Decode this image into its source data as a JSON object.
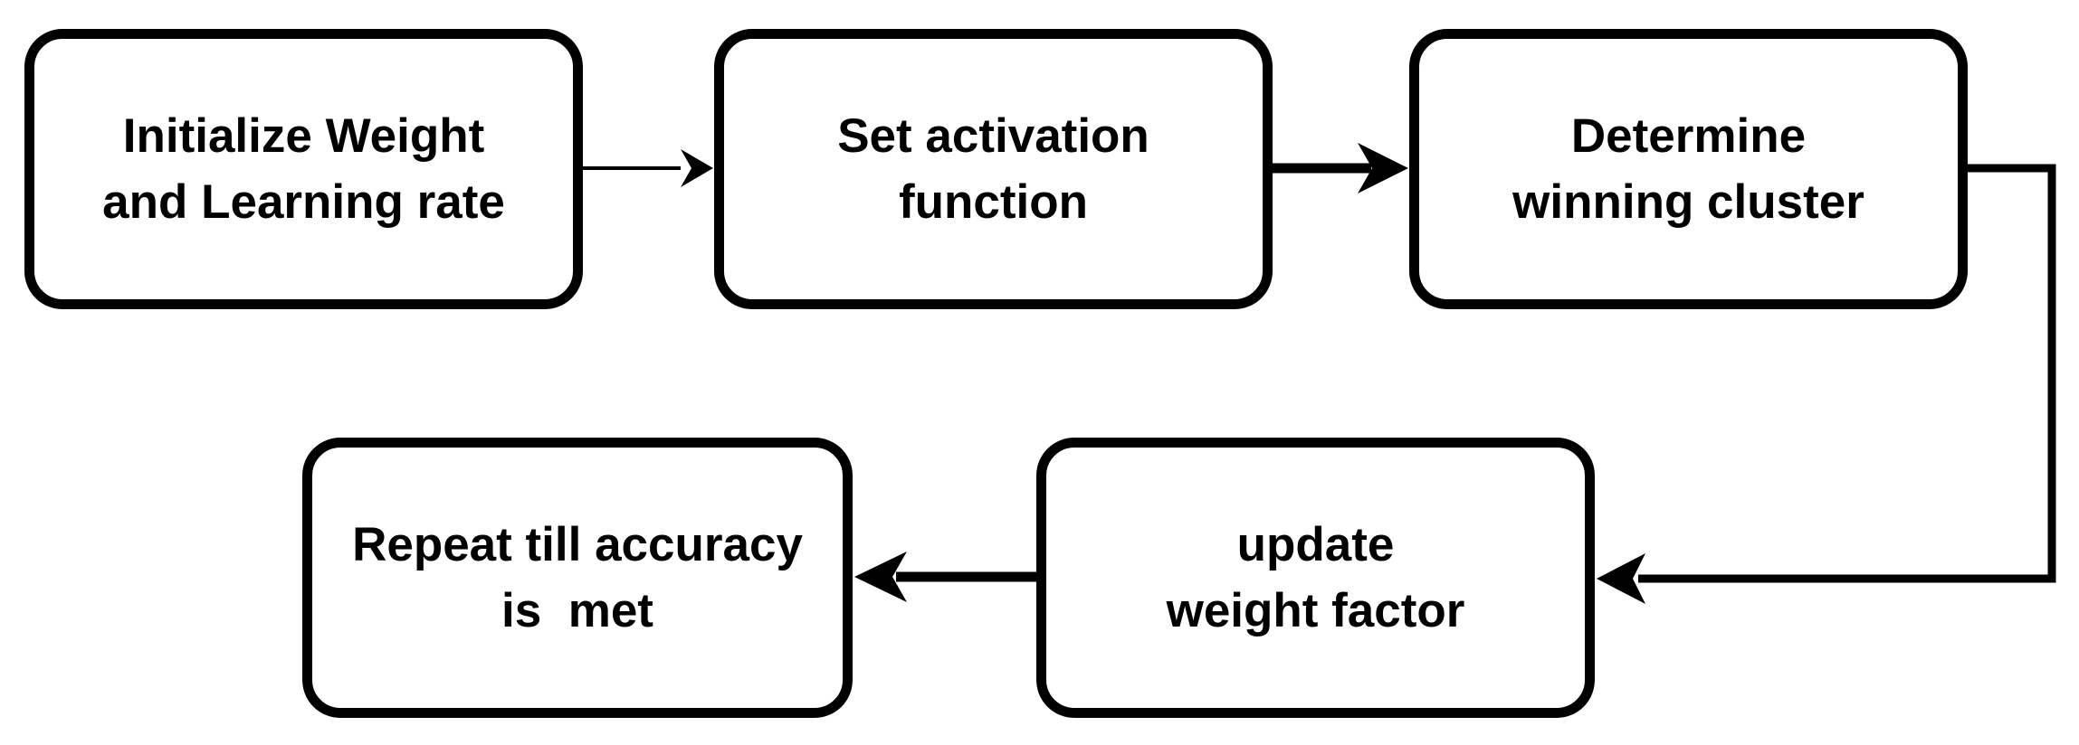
{
  "diagram": {
    "nodes": [
      {
        "id": "init",
        "lines": [
          "Initialize Weight",
          "and Learning rate"
        ]
      },
      {
        "id": "activation",
        "lines": [
          "Set activation",
          "function"
        ]
      },
      {
        "id": "winner",
        "lines": [
          "Determine",
          "winning cluster"
        ]
      },
      {
        "id": "repeat",
        "lines": [
          "Repeat till accuracy",
          "is  met"
        ]
      },
      {
        "id": "update",
        "lines": [
          "update",
          "weight factor"
        ]
      }
    ],
    "edges": [
      {
        "from": "init",
        "to": "activation"
      },
      {
        "from": "activation",
        "to": "winner"
      },
      {
        "from": "winner",
        "to": "update"
      },
      {
        "from": "update",
        "to": "repeat"
      }
    ],
    "colors": {
      "stroke": "#000000",
      "fill": "#ffffff",
      "text": "#000000"
    }
  }
}
